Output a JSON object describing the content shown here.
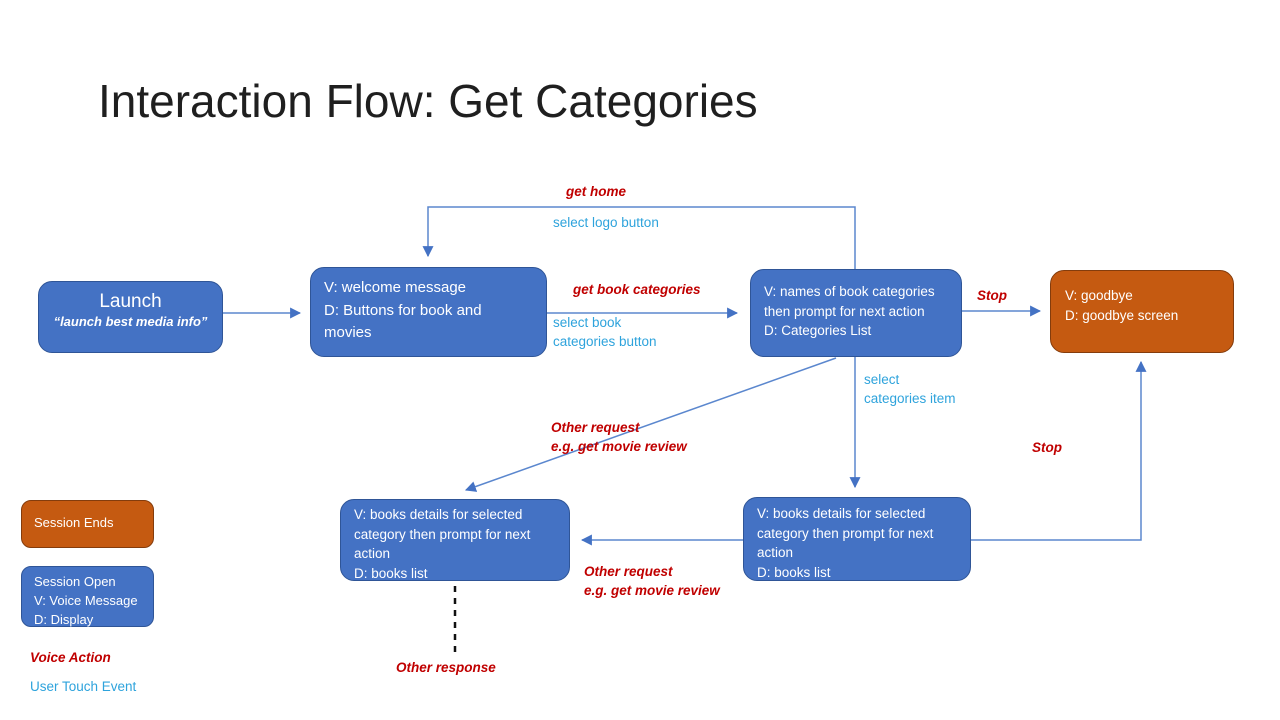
{
  "title": "Interaction Flow: Get Categories",
  "nodes": {
    "launch": {
      "title": "Launch",
      "subtitle": "“launch best media info”"
    },
    "welcome": {
      "text": "V: welcome message\nD: Buttons for book and\nmovies"
    },
    "categories": {
      "text": "V: names of book categories\nthen prompt for next action\nD: Categories List"
    },
    "goodbye": {
      "text": "V: goodbye\nD: goodbye screen"
    },
    "books_left": {
      "text": "V: books details for selected\ncategory then prompt for next\naction\nD: books list"
    },
    "books_right": {
      "text": "V: books details for selected\ncategory then prompt for next\naction\nD: books list"
    }
  },
  "legend": {
    "session_ends": "Session Ends",
    "session_open": "Session Open\nV: Voice Message\nD: Display",
    "voice_action": "Voice Action",
    "user_touch_event": "User Touch Event"
  },
  "labels": {
    "get_home": "get home",
    "select_logo_button": "select logo button",
    "get_book_categories": "get book categories",
    "select_book_categories_button": "select book\ncategories button",
    "stop_top": "Stop",
    "select_categories_item": "select\ncategories item",
    "other_request_movie_mid": "Other request\ne.g. get movie review",
    "stop_right": "Stop",
    "other_request_movie_bottom": "Other request\ne.g. get movie review",
    "other_response": "Other response"
  },
  "colors": {
    "node_blue": "#4472C4",
    "node_blue_border": "#2F5597",
    "node_orange": "#C55A11",
    "node_orange_border": "#843C0C",
    "voice_action_red": "#C00000",
    "touch_event_cyan": "#2EA3DC",
    "connector_stroke": "#5B87CE",
    "arrowhead": "#4472C4"
  }
}
